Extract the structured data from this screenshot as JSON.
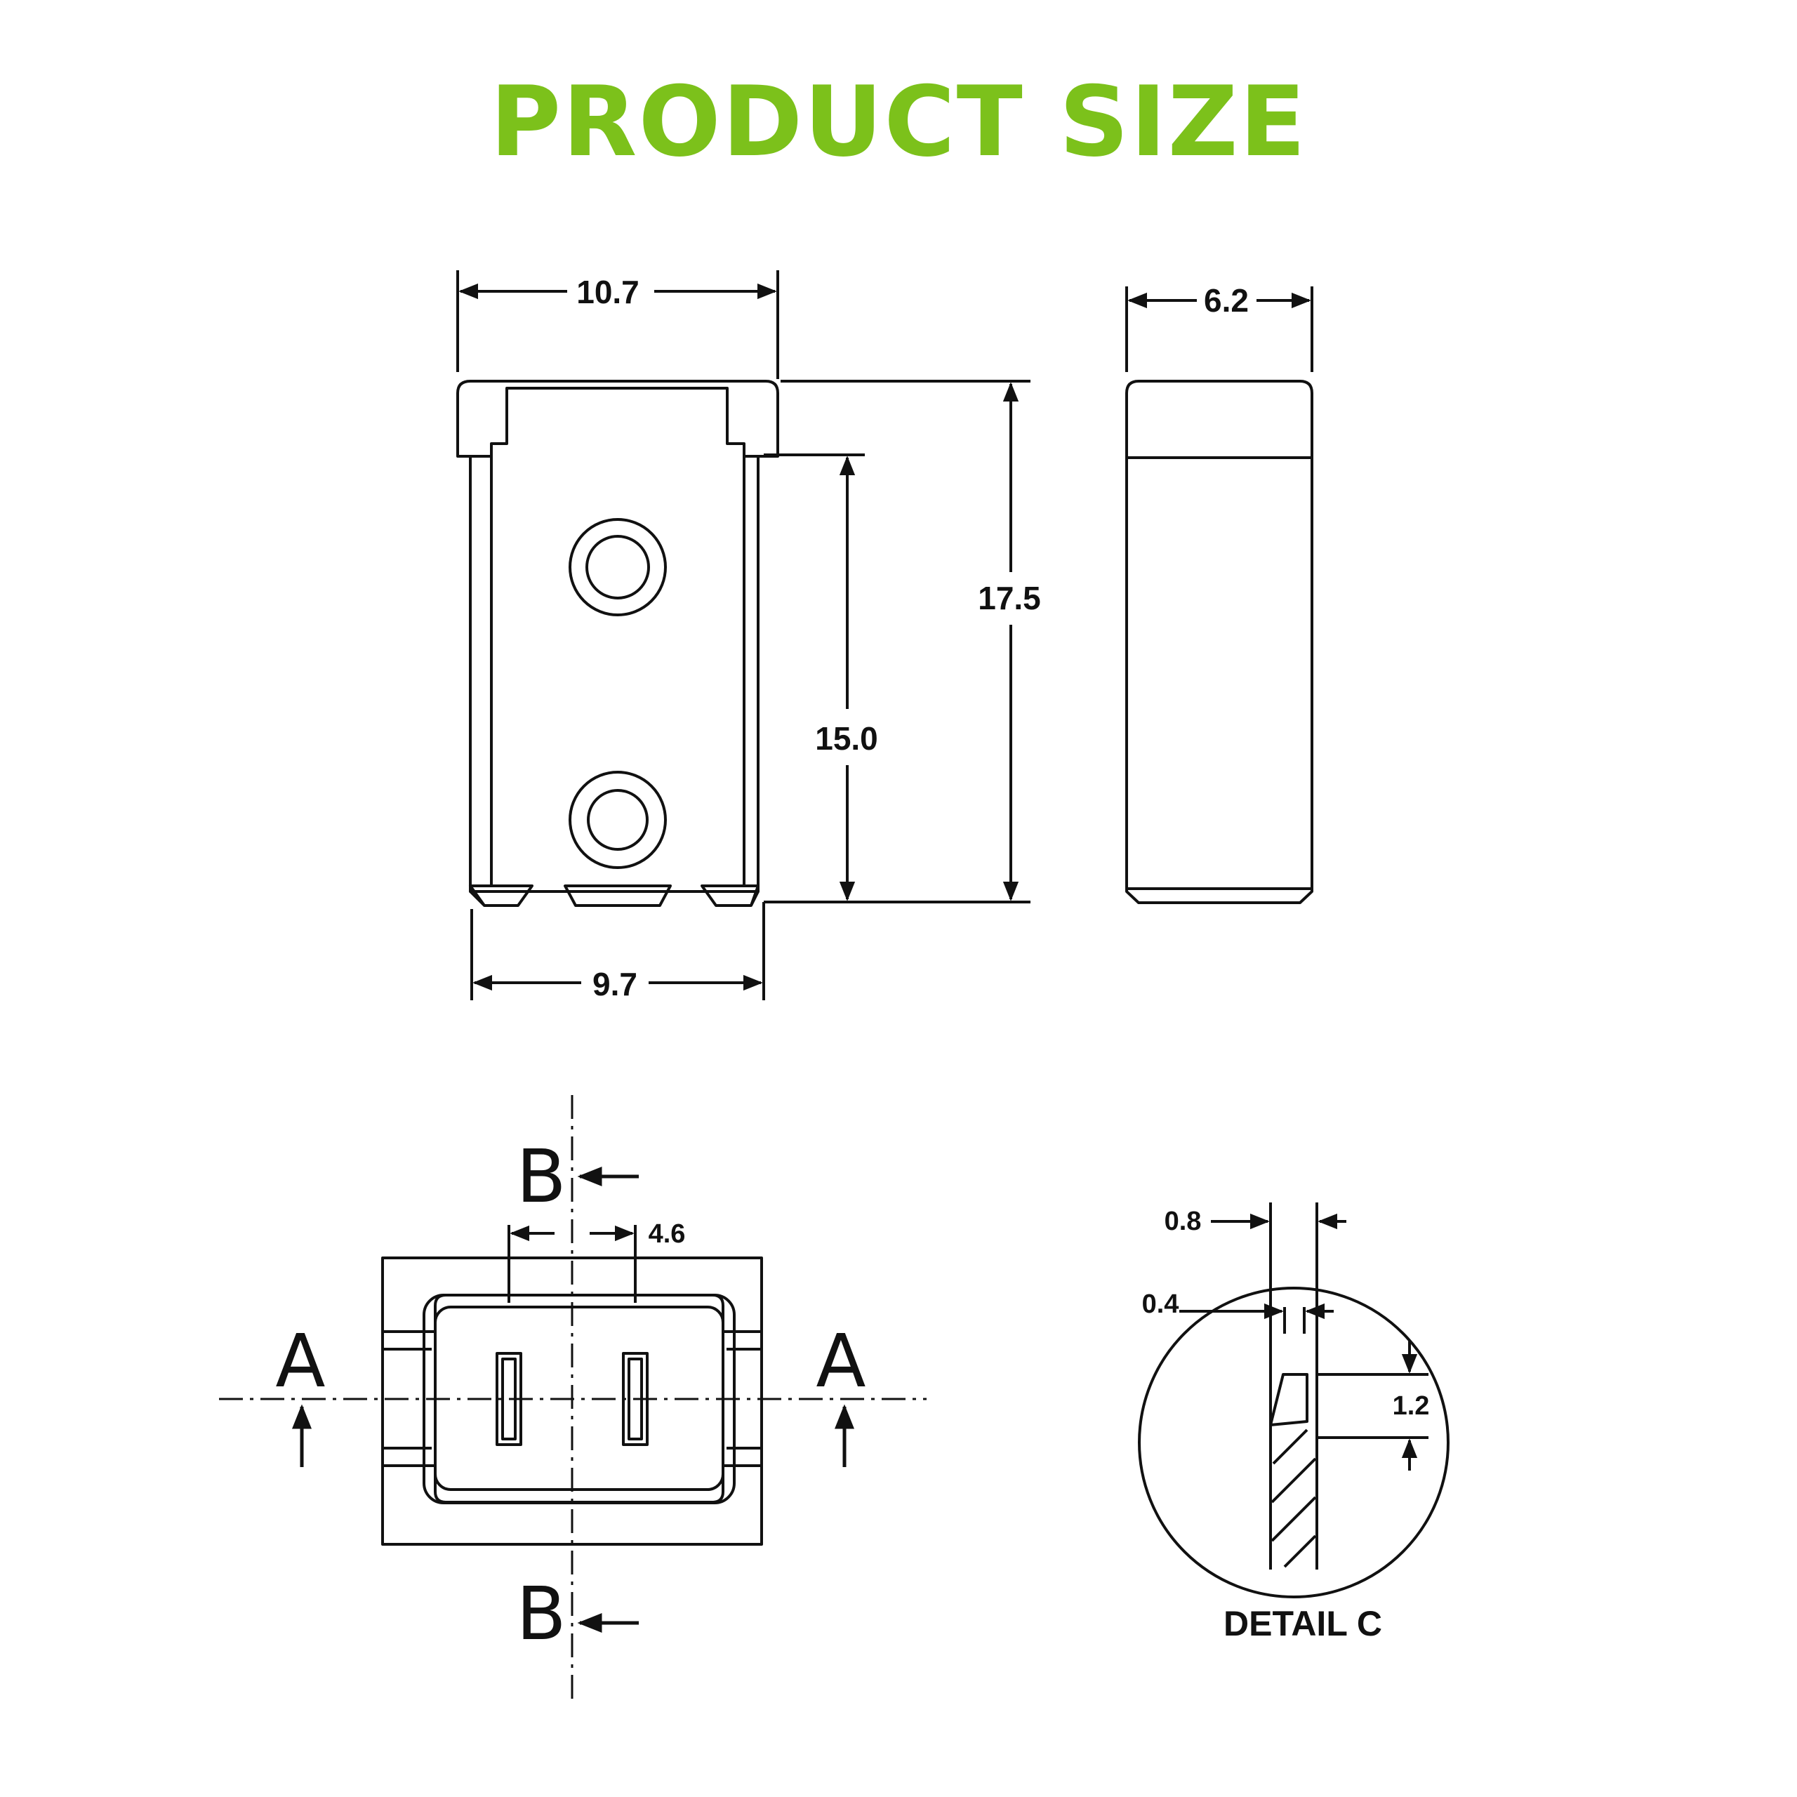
{
  "title": "PRODUCT SIZE",
  "colors": {
    "title": "#7cc11b",
    "line": "#111111"
  },
  "dimensions": {
    "top_width": "10.7",
    "bottom_width": "9.7",
    "overall_height": "17.5",
    "inner_height": "15.0",
    "side_thickness": "6.2",
    "pin_pitch": "4.6",
    "detail_width_outer": "0.8",
    "detail_width_inner": "0.4",
    "detail_length": "1.2"
  },
  "section_labels": {
    "a_left": "A",
    "a_right": "A",
    "b_top": "B",
    "b_bottom": "B"
  },
  "detail_caption": "DETAIL C"
}
